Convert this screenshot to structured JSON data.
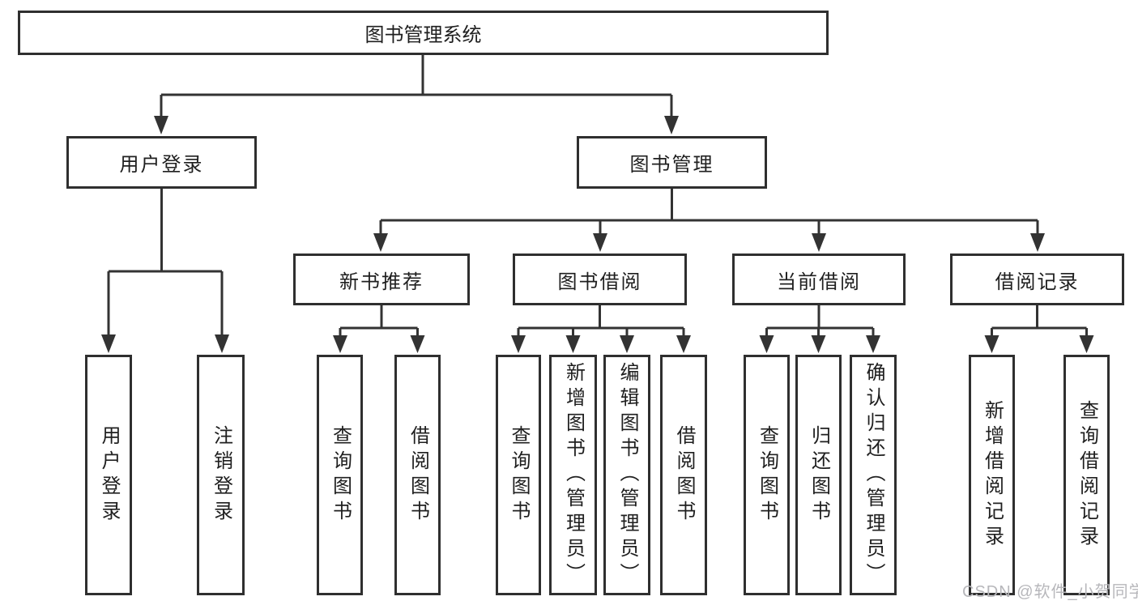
{
  "tree": {
    "label": "图书管理系统",
    "children": [
      {
        "label": "用户登录",
        "children": [
          {
            "label": "用户登录"
          },
          {
            "label": "注销登录"
          }
        ]
      },
      {
        "label": "图书管理",
        "children": [
          {
            "label": "新书推荐",
            "children": [
              {
                "label": "查询图书"
              },
              {
                "label": "借阅图书"
              }
            ]
          },
          {
            "label": "图书借阅",
            "children": [
              {
                "label": "查询图书"
              },
              {
                "label": "新增图书（管理员）"
              },
              {
                "label": "编辑图书（管理员）"
              },
              {
                "label": "借阅图书"
              }
            ]
          },
          {
            "label": "当前借阅",
            "children": [
              {
                "label": "查询图书"
              },
              {
                "label": "归还图书"
              },
              {
                "label": "确认归还（管理员）"
              }
            ]
          },
          {
            "label": "借阅记录",
            "children": [
              {
                "label": "新增借阅记录"
              },
              {
                "label": "查询借阅记录"
              }
            ]
          }
        ]
      }
    ]
  },
  "watermark": {
    "text": "CSDN @软件_小贺同学"
  },
  "colors": {
    "line": "#333333",
    "border": "#2f2f2f",
    "text": "#1f1f1f",
    "watermark": "#b7b7bb"
  }
}
